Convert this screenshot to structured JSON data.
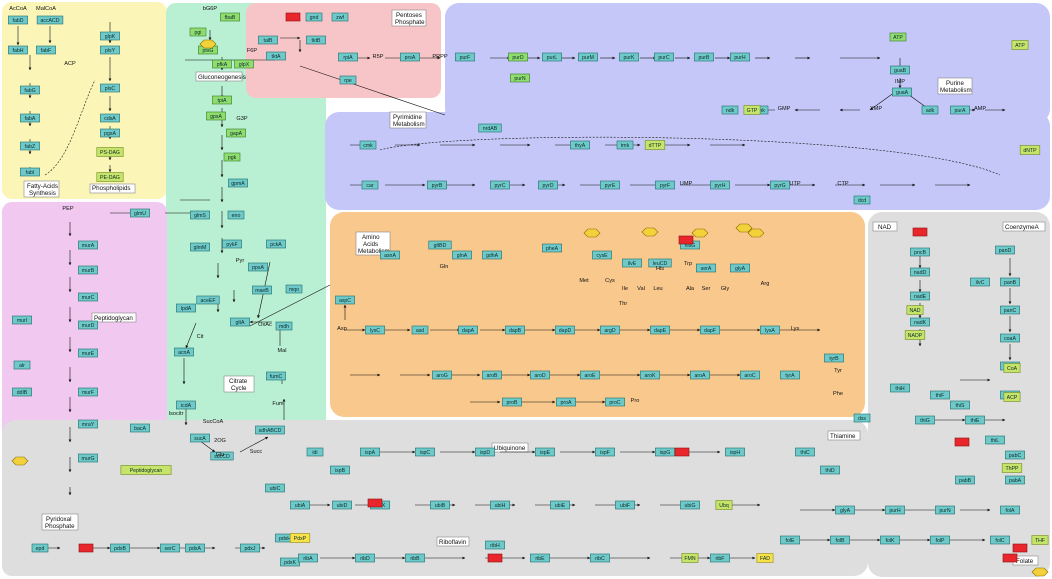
{
  "colors": {
    "fatty_acids": "#fbf6b8",
    "gluconeogenesis": "#b9efd2",
    "pentoses": "#f7c5c7",
    "purine": "#c4c7f7",
    "pyrimidine": "#c4c7f7",
    "peptidoglycan": "#f0c8f0",
    "amino_acids": "#f9c88c",
    "coenzymeA": "#dedede",
    "bottom_panel": "#dedede",
    "enzyme": "#6fc9c9",
    "enzyme_green": "#8fdc6f",
    "enzyme_red": "#e8262c",
    "product": "#c6e46a",
    "product_yellow": "#f6e24a",
    "hex_cofactor": "#f2d13a"
  },
  "region_labels": {
    "fatty": [
      "Fatty-Acids",
      "Synthesis"
    ],
    "phospholipids": "Phospholipids",
    "gluconeogenesis": "Gluconeogenesis",
    "pentoses": [
      "Pentoses",
      "Phosphate"
    ],
    "purine": [
      "Purine",
      "Metabolism"
    ],
    "pyrimidine": [
      "Pyrimidine",
      "Metabolism"
    ],
    "peptidoglycan": "Peptidoglycan",
    "citrate": [
      "Citrate",
      "Cycle"
    ],
    "amino": [
      "Amino",
      "Acids",
      "Metabolism"
    ],
    "nad": "NAD",
    "coenzymeA": "CoenzymeA",
    "thiamine": "Thiamine",
    "ubiquinone": "Ubiquinone",
    "pyridoxal": [
      "Pyridoxal",
      "Phosphate"
    ],
    "riboflavin": "Riboflavin",
    "folate": "Folate"
  },
  "enzymes": {
    "fabD": "fabD",
    "accACD": "accACD",
    "fabH": "fabH",
    "fabF": "fabF",
    "fabZ": "fabZ",
    "fabG": "fabG",
    "fabA": "fabA",
    "fabI": "fabI",
    "glpK": "glpK",
    "plsY": "plsY",
    "plsC": "plsC",
    "cdsA": "cdsA",
    "pgsA": "pgsA",
    "pfkA": "pfkA",
    "ptsG": "ptsG",
    "pgi": "pgi",
    "glpX": "glpX",
    "fbaB": "fbaB",
    "tpiA": "tpiA",
    "gpsA": "gpsA",
    "gapA": "gapA",
    "pgk": "pgk",
    "gpmA": "gpmA",
    "eno": "eno",
    "pykF": "pykF",
    "ppsA": "ppsA",
    "pckA": "pckA",
    "maeB": "maeB",
    "mqo": "mqo",
    "mdh": "mdh",
    "gltA": "gltA",
    "acnA": "acnA",
    "icdA": "icdA",
    "sucA": "sucA",
    "sucCD": "sucCD",
    "sdhABCD": "sdhABCD",
    "fumC": "fumC",
    "aceEF": "aceEF",
    "lpdA": "lpdA",
    "pdhR": "pdhR",
    "tktA": "tktA",
    "talB": "talB",
    "rpe": "rpe",
    "rpiA": "rpiA",
    "prsA": "prsA",
    "gnd": "gnd",
    "zwf": "zwf",
    "tktB": "tktB",
    "purF": "purF",
    "purD": "purD",
    "purN": "purN",
    "purL": "purL",
    "purM": "purM",
    "purK": "purK",
    "purC": "purC",
    "purB": "purB",
    "purH": "purH",
    "guaB": "guaB",
    "guaA": "guaA",
    "gmk": "gmk",
    "ndk": "ndk",
    "adk": "adk",
    "purA": "purA",
    "atp": "ATP",
    "pyrB": "pyrB",
    "pyrC": "pyrC",
    "pyrD": "pyrD",
    "pyrE": "pyrE",
    "pyrF": "pyrF",
    "pyrH": "pyrH",
    "pyrG": "pyrG",
    "cmk": "cmk",
    "nrdAB": "nrdAB",
    "thyA": "thyA",
    "tmk": "tmk",
    "dcd": "dcd",
    "carAB": "car",
    "murA": "murA",
    "murB": "murB",
    "murC": "murC",
    "murD": "murD",
    "murE": "murE",
    "murF": "murF",
    "mraY": "mraY",
    "murG": "murG",
    "ddlB": "ddlB",
    "murI": "murI",
    "alr": "alr",
    "glmU": "glmU",
    "glmM": "glmM",
    "glmS": "glmS",
    "bacA": "bacA",
    "aspC": "aspC",
    "asnA": "asnA",
    "gltBD": "gltBD",
    "glnA": "glnA",
    "gdhA": "gdhA",
    "pheA": "pheA",
    "tyrA": "tyrA",
    "aroG": "aroG",
    "aroB": "aroB",
    "aroD": "aroD",
    "aroE": "aroE",
    "aroK": "aroK",
    "aroA": "aroA",
    "aroC": "aroC",
    "tyrB": "tyrB",
    "proB": "proB",
    "proA": "proA",
    "proC": "proC",
    "lysC": "lysC",
    "asd": "asd",
    "dapA": "dapA",
    "dapB": "dapB",
    "dapD": "dapD",
    "argD": "argD",
    "dapE": "dapE",
    "dapF": "dapF",
    "lysA": "lysA",
    "cysE": "cysE",
    "serA": "serA",
    "glyA": "glyA",
    "ilvE": "ilvE",
    "leuCD": "leuCD",
    "hisG": "hisG",
    "panB": "panB",
    "panC": "panC",
    "panD": "panD",
    "coaA": "coaA",
    "coaD": "coaD",
    "coaE": "coaE",
    "ilvC": "ilvC",
    "nadD": "nadD",
    "nadE": "nadE",
    "pncB": "pncB",
    "nadK": "nadK",
    "dxs": "dxs",
    "thiE": "thiE",
    "thiL": "thiL",
    "thiG": "thiG",
    "thiH": "thiH",
    "thiF": "thiF",
    "thiS": "thiS",
    "thiC": "thiC",
    "thiD": "thiD",
    "ispA": "ispA",
    "ispB": "ispB",
    "ubiA": "ubiA",
    "ubiC": "ubiC",
    "ubiD": "ubiD",
    "ubiX": "ubiX",
    "ubiB": "ubiB",
    "ubiH": "ubiH",
    "ubiE": "ubiE",
    "ubiF": "ubiF",
    "ubiG": "ubiG",
    "ispC": "ispC",
    "ispD": "ispD",
    "ispE": "ispE",
    "ispF": "ispF",
    "ispG": "ispG",
    "ispH": "ispH",
    "idi": "idi",
    "pdxA": "pdxA",
    "pdxJ": "pdxJ",
    "pdxB": "pdxB",
    "pdxH": "pdxH",
    "serC": "serC",
    "epd": "epd",
    "pdxK": "pdxK",
    "ribA": "ribA",
    "ribD": "ribD",
    "ribB": "ribB",
    "ribE": "ribE",
    "ribC": "ribC",
    "ribF": "ribF",
    "ribH": "ribH",
    "folE": "folE",
    "folB": "folB",
    "folK": "folK",
    "folP": "folP",
    "folC": "folC",
    "folA": "folA",
    "glyA2": "glyA",
    "purH2": "purH",
    "purN2": "purN",
    "pabB": "pabB",
    "pabA": "pabA",
    "pabC": "pabC"
  },
  "compounds": {
    "AcCoA": "AcCoA",
    "MalCoA": "MalCoA",
    "ACP": "ACP",
    "Pyr": "Pyr",
    "OxAc": "OxAc",
    "Cit": "Cit",
    "Isocitr": "Isocitr",
    "AKG": "2OG",
    "SucCoA": "SucCoA",
    "Succ": "Succ",
    "Fum": "Fum",
    "Mal": "Mal",
    "PEP": "PEP",
    "G3P": "G3P",
    "F6P": "F6P",
    "G6P": "bG6P",
    "R5P": "R5P",
    "PRPP": "PRPP",
    "IMP": "IMP",
    "AMP": "AMP",
    "GMP": "GMP",
    "XMP": "XMP",
    "UMP": "UMP",
    "CTP": "CTP",
    "UTP": "UTP",
    "Asp": "Asp",
    "Glu": "Glu",
    "Gln": "Gln",
    "Ala": "Ala",
    "Ser": "Ser",
    "Gly": "Gly",
    "Lys": "Lys",
    "Thr": "Thr",
    "Met": "Met",
    "Cys": "Cys",
    "Phe": "Phe",
    "Tyr": "Tyr",
    "Trp": "Trp",
    "Pro": "Pro",
    "His": "His",
    "Ile": "Ile",
    "Val": "Val",
    "Leu": "Leu",
    "Arg": "Arg"
  },
  "product_tags": {
    "PS_DAG": "PS-DAG",
    "PE_DAG": "PE-DAG",
    "Peptidoglycan": "Peptidoglycan",
    "CoA": "CoA",
    "ACP": "ACP",
    "NAD": "NAD",
    "NADP": "NADP",
    "ThPP": "ThPP",
    "Ubq": "Ubq",
    "PdxP": "PdxP",
    "FAD": "FAD",
    "FMN": "FMN",
    "THF": "THF",
    "dTTP": "dTTP",
    "GTP": "GTP",
    "dNTP": "dNTP",
    "ATP": "ATP"
  }
}
